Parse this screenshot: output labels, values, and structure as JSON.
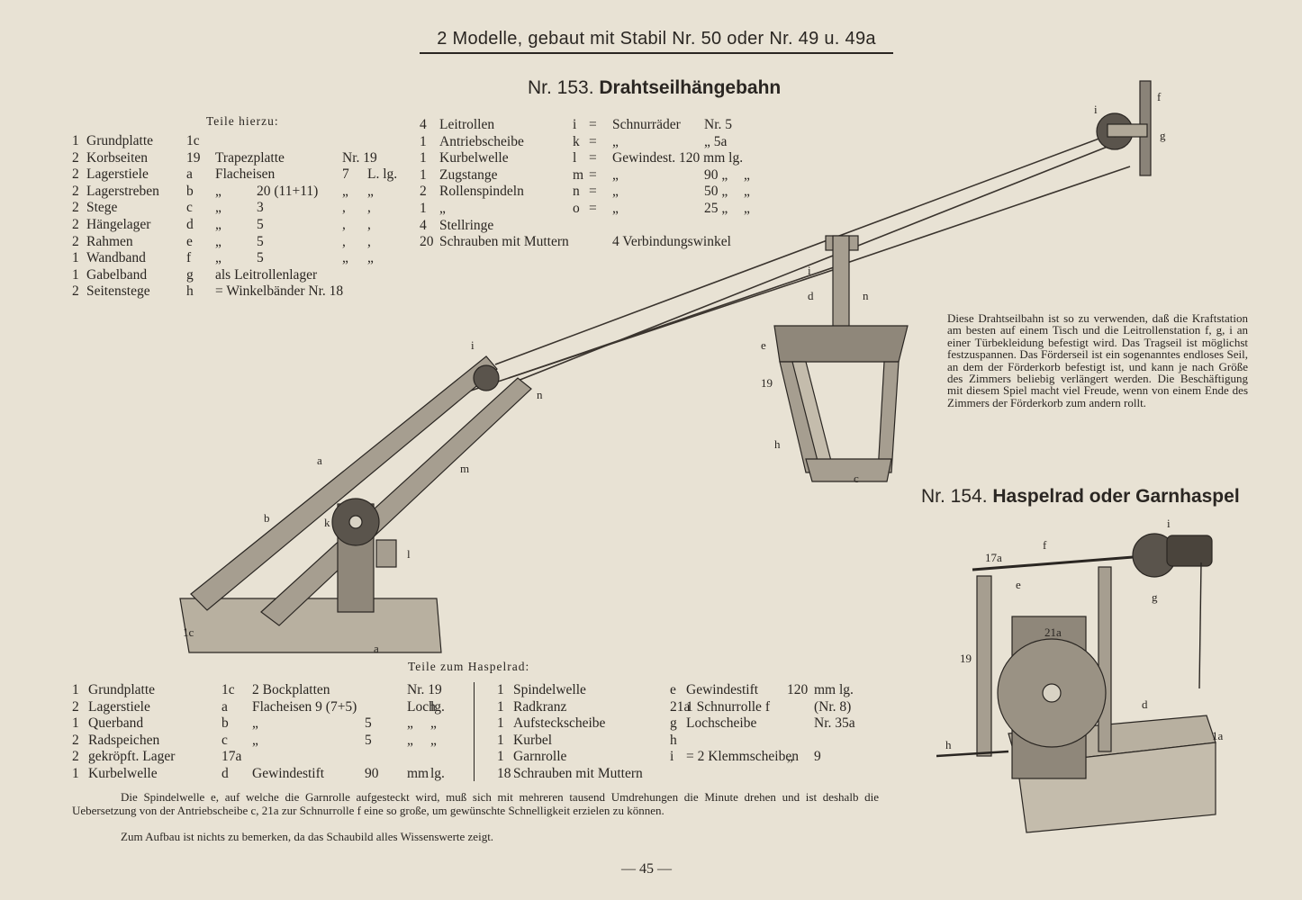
{
  "page_header": "2 Modelle, gebaut mit Stabil Nr. 50 oder Nr. 49 u. 49a",
  "model_153": {
    "number": "Nr. 153.",
    "title": "Drahtseilhängebahn",
    "parts_caption": "Teile hierzu:",
    "parts_left": [
      [
        "1",
        "Grundplatte",
        "1c",
        "",
        "",
        "",
        ""
      ],
      [
        "2",
        "Korbseiten",
        "19",
        "Trapezplatte",
        "",
        "Nr. 19",
        ""
      ],
      [
        "2",
        "Lagerstiele",
        "a",
        "Flacheisen",
        "",
        "7",
        "L. lg."
      ],
      [
        "2",
        "Lagerstreben",
        "b",
        "„",
        "20 (11+11)",
        "„",
        "„"
      ],
      [
        "2",
        "Stege",
        "c",
        "„",
        "3",
        ",",
        ","
      ],
      [
        "2",
        "Hängelager",
        "d",
        "„",
        "5",
        ",",
        ","
      ],
      [
        "2",
        "Rahmen",
        "e",
        "„",
        "5",
        ",",
        ","
      ],
      [
        "1",
        "Wandband",
        "f",
        "„",
        "5",
        "„",
        "„"
      ],
      [
        "1",
        "Gabelband",
        "g",
        "als Leitrollenlager",
        "",
        "",
        ""
      ],
      [
        "2",
        "Seitenstege",
        "h",
        "= Winkelbänder Nr. 18",
        "",
        "",
        ""
      ]
    ],
    "parts_right": [
      [
        "4",
        "Leitrollen",
        "i",
        "=",
        "Schnurräder",
        "Nr. 5",
        ""
      ],
      [
        "1",
        "Antriebscheibe",
        "k",
        "=",
        "„",
        "„ 5a",
        ""
      ],
      [
        "1",
        "Kurbelwelle",
        "l",
        "=",
        "Gewindest. 120 mm lg.",
        "",
        ""
      ],
      [
        "1",
        "Zugstange",
        "m",
        "=",
        "„",
        "90 „",
        "„"
      ],
      [
        "2",
        "Rollenspindeln",
        "n",
        "=",
        "„",
        "50 „",
        "„"
      ],
      [
        "1",
        "„",
        "o",
        "=",
        "„",
        "25 „",
        "„"
      ],
      [
        "4",
        "Stellringe",
        "",
        "",
        "",
        "",
        ""
      ],
      [
        "20",
        "Schrauben mit Muttern",
        "",
        "",
        "4 Verbindungswinkel",
        "",
        ""
      ]
    ],
    "description": "Diese Drahtseilbahn ist so zu verwenden, daß die Kraftstation am besten auf einem Tisch und die Leitrollenstation f, g, i an einer Türbekleidung befestigt wird. Das Tragseil ist möglichst festzuspannen. Das Förderseil ist ein sogenanntes endloses Seil, an dem der Förderkorb befestigt ist, und kann je nach Größe des Zimmers beliebig verlängert werden. Die Beschäftigung mit diesem Spiel macht viel Freude, wenn von einem Ende des Zimmers der Förderkorb zum andern rollt.",
    "figure_labels": [
      "f",
      "g",
      "i",
      "i",
      "d",
      "n",
      "e",
      "19",
      "h",
      "c",
      "i",
      "n",
      "a",
      "m",
      "b",
      "k",
      "l",
      "1c",
      "a"
    ]
  },
  "model_154": {
    "number": "Nr. 154.",
    "title": "Haspelrad oder Garnhaspel",
    "parts_caption": "Teile zum Haspelrad:",
    "parts_left": [
      [
        "1",
        "Grundplatte",
        "1c",
        "2 Bockplatten",
        "",
        "Nr. 19",
        ""
      ],
      [
        "2",
        "Lagerstiele",
        "a",
        "Flacheisen 9 (7+5)",
        "",
        "Loch",
        "lg."
      ],
      [
        "1",
        "Querband",
        "b",
        "„",
        "5",
        "„",
        "„"
      ],
      [
        "2",
        "Radspeichen",
        "c",
        "„",
        "5",
        "„",
        "„"
      ],
      [
        "2",
        "gekröpft. Lager",
        "17a",
        "",
        "",
        "",
        ""
      ],
      [
        "1",
        "Kurbelwelle",
        "d",
        "Gewindestift",
        "90",
        "mm",
        "lg."
      ]
    ],
    "parts_right": [
      [
        "1",
        "Spindelwelle",
        "e",
        "Gewindestift",
        "120",
        "mm lg."
      ],
      [
        "1",
        "Radkranz",
        "21a",
        "1 Schnurrolle f",
        "",
        "(Nr. 8)"
      ],
      [
        "1",
        "Aufsteckscheibe",
        "g",
        "Lochscheibe",
        "",
        "Nr. 35a"
      ],
      [
        "1",
        "Kurbel",
        "h",
        "",
        "",
        ""
      ],
      [
        "1",
        "Garnrolle",
        "i",
        "= 2 Klemmscheiben",
        "„",
        "9"
      ],
      [
        "18",
        "Schrauben mit Muttern",
        "",
        "",
        "",
        ""
      ]
    ],
    "note_1": "Die Spindelwelle e, auf welche die Garnrolle aufgesteckt wird, muß sich mit mehreren tausend Umdrehungen die Minute drehen und ist deshalb die Uebersetzung von der Antriebscheibe c, 21a zur Schnurrolle f eine so große, um gewünschte Schnelligkeit erzielen zu können.",
    "note_2": "Zum Aufbau ist nichts zu bemerken, da das Schaubild alles Wissenswerte zeigt.",
    "figure_labels": [
      "i",
      "17a",
      "f",
      "e",
      "g",
      "21a",
      "19",
      "d",
      "h",
      "1a"
    ]
  },
  "page_number": "— 45 —"
}
